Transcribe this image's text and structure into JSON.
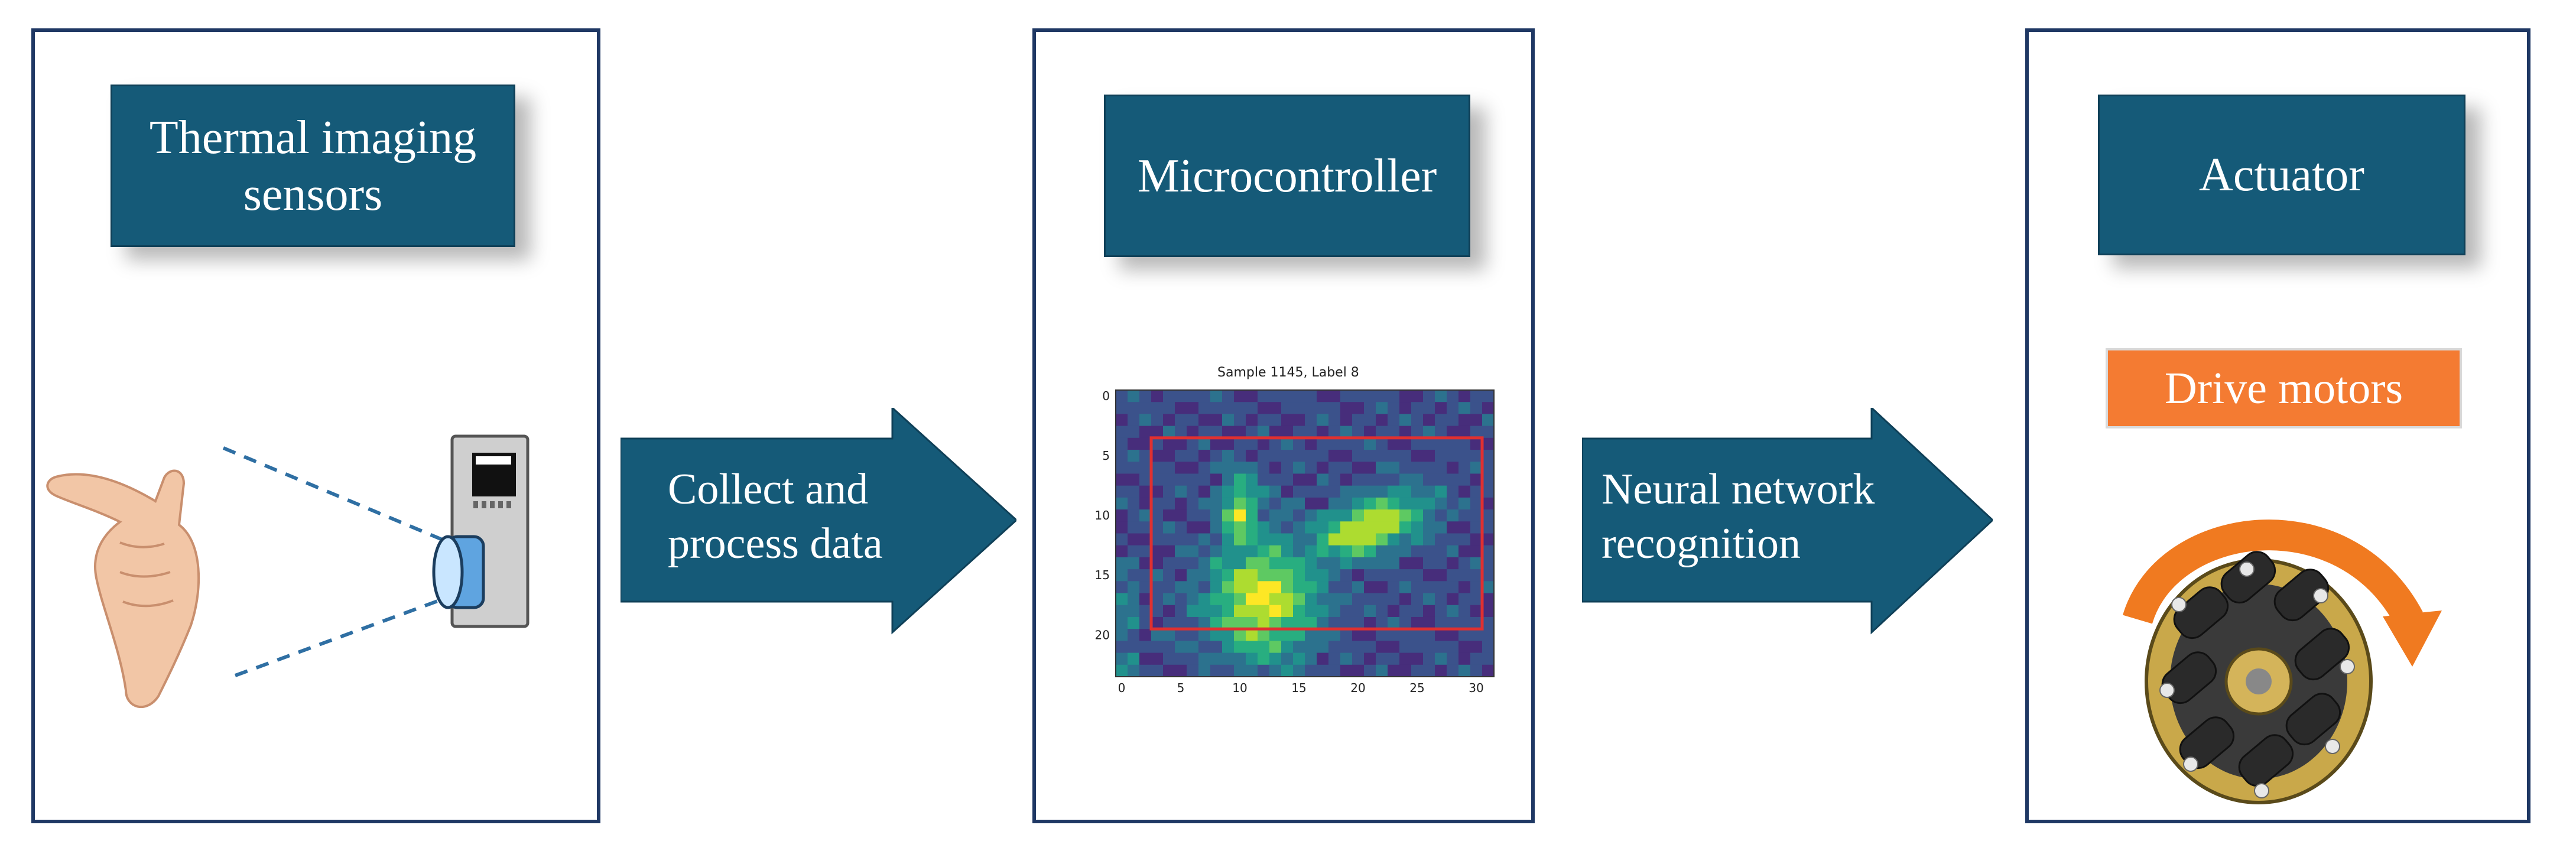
{
  "panels": {
    "sensor": {
      "title": "Thermal imaging\nsensors"
    },
    "micro": {
      "title": "Microcontroller"
    },
    "actuator": {
      "title": "Actuator",
      "badge": "Drive motors"
    }
  },
  "arrows": {
    "collect": "Collect and\nprocess data",
    "neural": "Neural network\nrecognition"
  },
  "chart_data": {
    "type": "heatmap",
    "title": "Sample 1145, Label 8",
    "x_ticks": [
      "0",
      "5",
      "10",
      "15",
      "20",
      "25",
      "30"
    ],
    "y_ticks": [
      "0",
      "5",
      "10",
      "15",
      "20"
    ],
    "xlim": [
      0,
      31
    ],
    "ylim": [
      0,
      23
    ],
    "colormap": "viridis",
    "box": {
      "x0": 3,
      "x1": 31,
      "y0": 4,
      "y1": 20,
      "color": "#e03030"
    }
  },
  "colors": {
    "panel_border": "#1f3864",
    "title_fill": "#155a78",
    "arrow_fill": "#155a78",
    "badge_fill": "#f47b32",
    "rotation_arrow": "#f07a20"
  }
}
